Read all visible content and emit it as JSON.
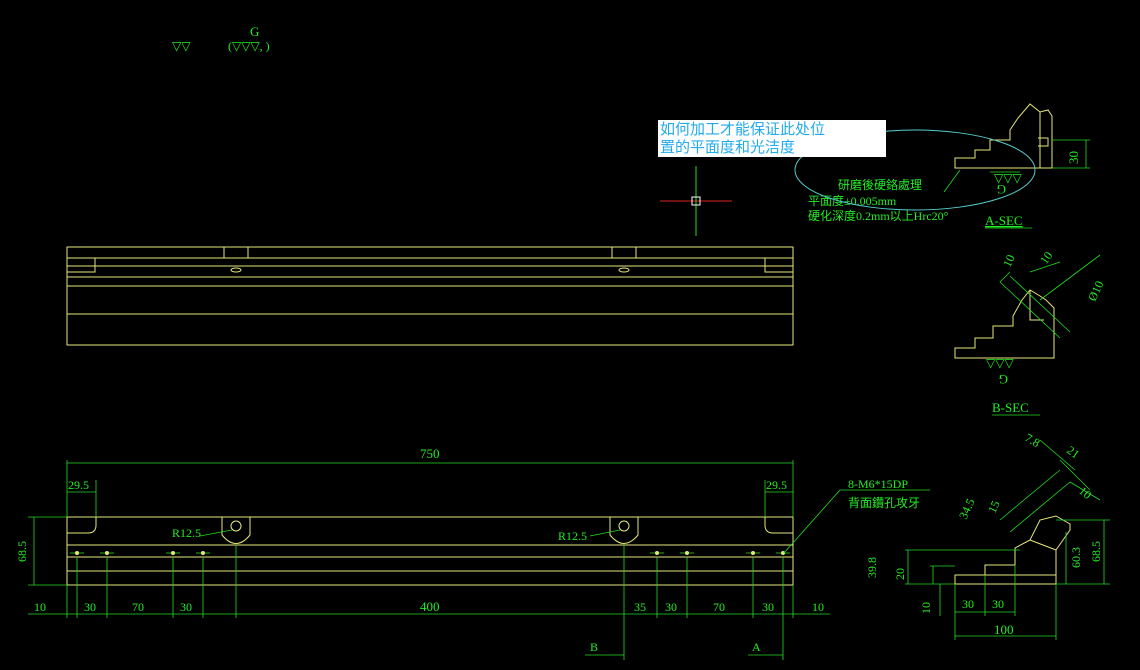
{
  "header": {
    "g_symbol": "G",
    "roughness_1": "▽▽",
    "roughness_2": "(▽▽▽,      )"
  },
  "note": {
    "line1": "如何加工才能保证此处位",
    "line2": "置的平面度和光洁度"
  },
  "a_sec": {
    "title": "A-SEC",
    "g_mark": "G",
    "dim_30": "30",
    "annot_1": "研磨後硬鉻處理",
    "annot_2": "平面度±0.005mm",
    "annot_3": "硬化深度0.2mm以上Hrc20°"
  },
  "b_sec": {
    "title": "B-SEC",
    "g_mark": "G",
    "dim_10a": "10",
    "dim_10b": "10",
    "dim_phi10": "Ø10"
  },
  "front": {
    "dim_750": "750",
    "dim_29_left": "29.5",
    "dim_29_right": "29.5",
    "dim_68_5": "68.5",
    "r_left": "R12.5",
    "r_right": "R12.5",
    "hole_note_1": "8-M6*15DP",
    "hole_note_2": "背面鑽孔攻牙",
    "bottom_dims": [
      "10",
      "30",
      "70",
      "30",
      "400",
      "35",
      "30",
      "70",
      "30",
      "10"
    ],
    "section_b": "B",
    "section_a": "A"
  },
  "side": {
    "dim_7_8": "7.8",
    "dim_21": "21",
    "dim_10": "10",
    "dim_34_5": "34.5",
    "dim_15": "15",
    "dim_39_8": "39.8",
    "dim_20": "20",
    "dim_60_3": "60.3",
    "dim_68_5": "68.5",
    "dim_10v": "10",
    "dim_30a": "30",
    "dim_30b": "30",
    "dim_100": "100"
  }
}
